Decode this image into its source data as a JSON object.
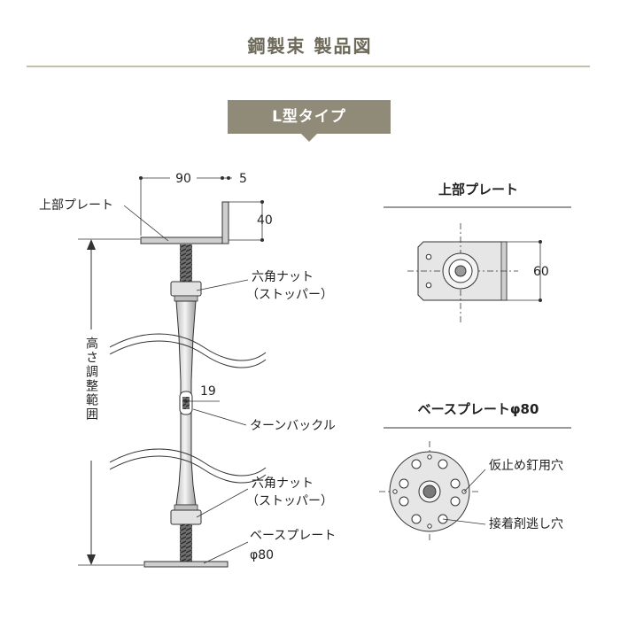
{
  "header": {
    "title": "鋼製束 製品図",
    "type_label": "L型タイプ"
  },
  "main_view": {
    "labels": {
      "top_plate": "上部プレート",
      "hex_nut_top_1": "六角ナット",
      "hex_nut_top_2": "（ストッパー）",
      "turnbuckle": "ターンバックル",
      "hex_nut_bottom_1": "六角ナット",
      "hex_nut_bottom_2": "（ストッパー）",
      "base_plate_1": "ベースプレート",
      "base_plate_2": "φ80",
      "height_range": "高さ調整範囲"
    },
    "dimensions": {
      "width": "90",
      "thickness": "5",
      "height": "40",
      "turnbuckle_width": "19"
    }
  },
  "top_plate_view": {
    "title": "上部プレート",
    "dimension": "60"
  },
  "base_plate_view": {
    "title": "ベースプレートφ80",
    "label_temp_nail": "仮止め釘用穴",
    "label_screw": "接着剤逃し穴"
  },
  "colors": {
    "accent": "#8f8b78",
    "title_text": "#6d6a5a",
    "rule": "#c2bfae",
    "metal": "#d9d9d9",
    "dark_metal": "#555555"
  }
}
